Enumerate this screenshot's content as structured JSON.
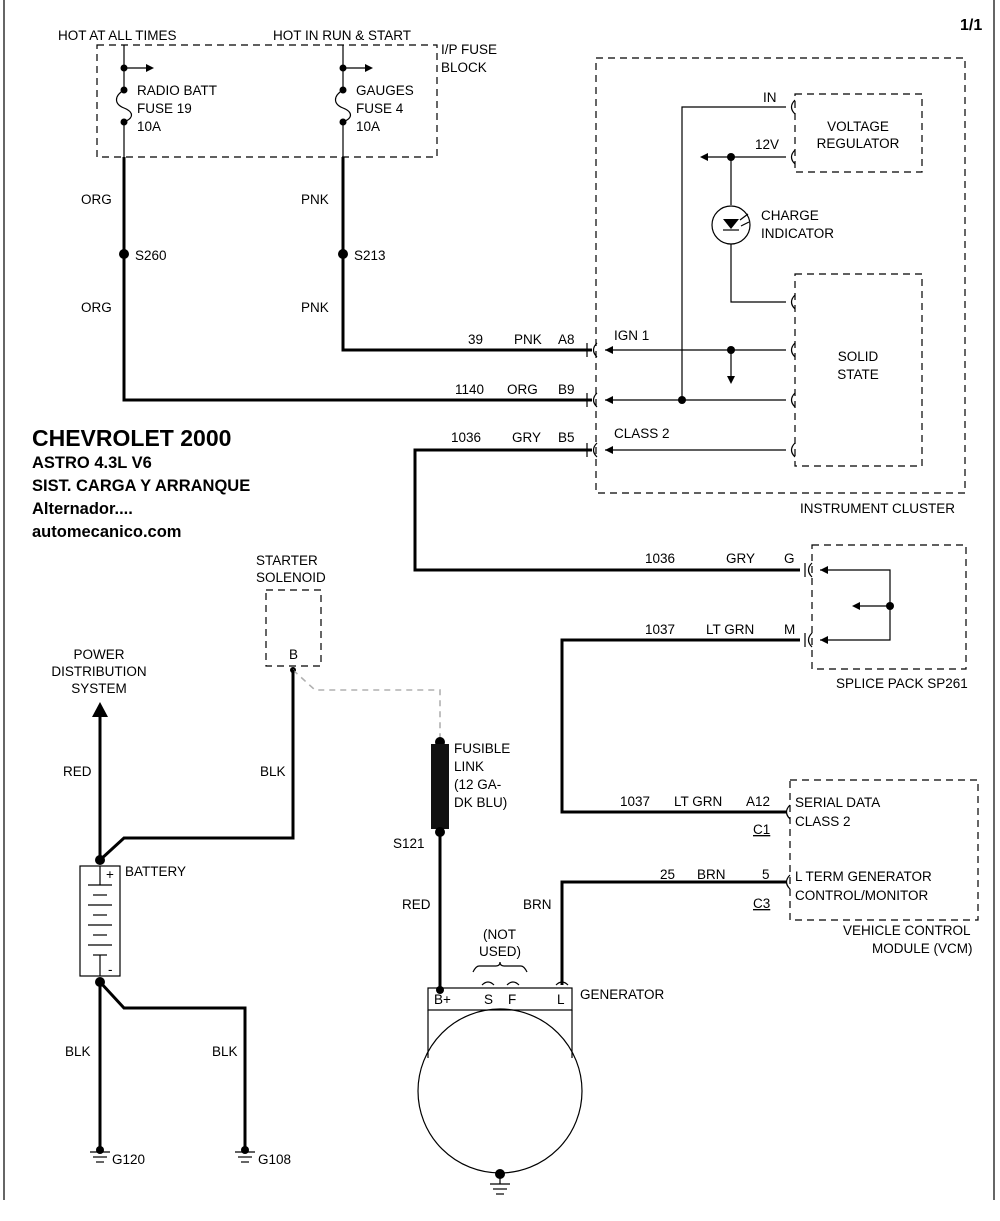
{
  "page_number": "1/1",
  "title": {
    "line1": "CHEVROLET 2000",
    "line2": "ASTRO  4.3L  V6",
    "line3": "SIST. CARGA Y ARRANQUE",
    "line4": "Alternador....",
    "line5": "automecanico.com"
  },
  "fuse_block": {
    "label_line1": "I/P FUSE",
    "label_line2": "BLOCK",
    "hot_at_all_times": "HOT AT ALL TIMES",
    "hot_in_run_start": "HOT IN RUN & START",
    "fuse1": {
      "line1": "RADIO BATT",
      "line2": "FUSE 19",
      "line3": "10A"
    },
    "fuse2": {
      "line1": "GAUGES",
      "line2": "FUSE 4",
      "line3": "10A"
    }
  },
  "wires": {
    "org_upper": "ORG",
    "org_lower": "ORG",
    "pnk_upper": "PNK",
    "pnk_lower": "PNK",
    "splice_s260": "S260",
    "splice_s213": "S213",
    "w39": {
      "circuit": "39",
      "color": "PNK",
      "pin": "A8"
    },
    "w1140": {
      "circuit": "1140",
      "color": "ORG",
      "pin": "B9"
    },
    "w1036_a": {
      "circuit": "1036",
      "color": "GRY",
      "pin": "B5"
    },
    "w1036_b": {
      "circuit": "1036",
      "color": "GRY",
      "pin": "G"
    },
    "w1037_a": {
      "circuit": "1037",
      "color": "LT GRN",
      "pin": "M"
    },
    "w1037_b": {
      "circuit": "1037",
      "color": "LT GRN",
      "pin": "A12"
    },
    "w25": {
      "circuit": "25",
      "color": "BRN",
      "pin": "5"
    },
    "conn_c1": "C1",
    "conn_c3": "C3",
    "red_gen": "RED",
    "brn_gen": "BRN",
    "red_batt": "RED",
    "blk_starter": "BLK",
    "blk_g120": "BLK",
    "blk_g108": "BLK",
    "s121": "S121"
  },
  "instrument_cluster": {
    "label": "INSTRUMENT CLUSTER",
    "pin_in": "IN",
    "pin_12v": "12V",
    "voltage_regulator_line1": "VOLTAGE",
    "voltage_regulator_line2": "REGULATOR",
    "charge_indicator_line1": "CHARGE",
    "charge_indicator_line2": "INDICATOR",
    "ign1": "IGN 1",
    "class2": "CLASS 2",
    "solid_state_line1": "SOLID",
    "solid_state_line2": "STATE"
  },
  "splice_pack": {
    "label": "SPLICE PACK SP261"
  },
  "vcm": {
    "label_line1": "VEHICLE CONTROL",
    "label_line2": "MODULE (VCM)",
    "serial_line1": "SERIAL DATA",
    "serial_line2": "CLASS 2",
    "term_line1": "L TERM GENERATOR",
    "term_line2": "CONTROL/MONITOR"
  },
  "starter": {
    "line1": "STARTER",
    "line2": "SOLENOID",
    "terminal": "B"
  },
  "power_dist": {
    "line1": "POWER",
    "line2": "DISTRIBUTION",
    "line3": "SYSTEM"
  },
  "battery": {
    "label": "BATTERY",
    "plus": "+",
    "minus": "-"
  },
  "fusible_link": {
    "line1": "FUSIBLE",
    "line2": "LINK",
    "line3": "(12 GA-",
    "line4": "DK BLU)"
  },
  "generator": {
    "label": "GENERATOR",
    "not_used_line1": "(NOT",
    "not_used_line2": "USED)",
    "term_bplus": "B+",
    "term_s": "S",
    "term_f": "F",
    "term_l": "L"
  },
  "grounds": {
    "g120": "G120",
    "g108": "G108"
  }
}
